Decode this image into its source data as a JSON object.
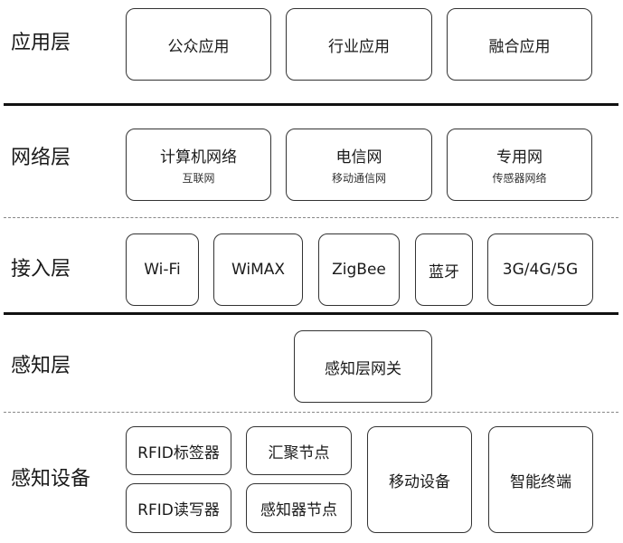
{
  "layers": {
    "application": {
      "label": "应用层",
      "items": [
        "公众应用",
        "行业应用",
        "融合应用"
      ]
    },
    "network": {
      "label": "网络层",
      "items": [
        {
          "title": "计算机网络",
          "sub": "互联网"
        },
        {
          "title": "电信网",
          "sub": "移动通信网"
        },
        {
          "title": "专用网",
          "sub": "传感器网络"
        }
      ]
    },
    "access": {
      "label": "接入层",
      "items": [
        "Wi-Fi",
        "WiMAX",
        "ZigBee",
        "蓝牙",
        "3G/4G/5G"
      ]
    },
    "perception": {
      "label": "感知层",
      "items": [
        "感知层网关"
      ]
    },
    "devices": {
      "label": "感知设备",
      "items": [
        "RFID标签器",
        "RFID读写器",
        "汇聚节点",
        "感知器节点",
        "移动设备",
        "智能终端"
      ]
    }
  }
}
